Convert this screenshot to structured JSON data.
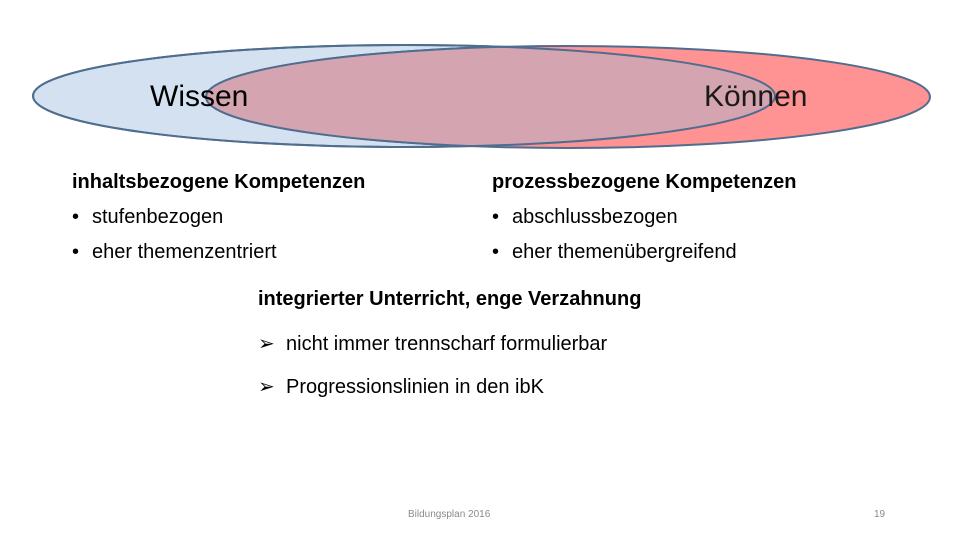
{
  "diagram": {
    "ellipses": [
      {
        "name": "Wissen",
        "fill": "#d3e1f1",
        "stroke": "#4f6d8f"
      },
      {
        "name": "Können",
        "fill": "#ff9292",
        "stroke": "#4f6d8f"
      },
      {
        "name": "overlap",
        "fill": "#d4a4b0"
      }
    ],
    "left_label": "Wissen",
    "right_label": "Können"
  },
  "left_block": {
    "heading": "inhaltsbezogene Kompetenzen",
    "items": [
      "stufenbezogen",
      "eher themenzentriert"
    ]
  },
  "right_block": {
    "heading": "prozessbezogene Kompetenzen",
    "items": [
      "abschlussbezogen",
      "eher themenübergreifend"
    ]
  },
  "center_block": {
    "heading": "integrierter Unterricht, enge Verzahnung",
    "arrow_symbol": "➢",
    "items": [
      "nicht immer trennscharf formulierbar",
      "Progressionslinien in den ibK"
    ]
  },
  "footer": {
    "text": "Bildungsplan 2016",
    "page_number": "19"
  }
}
